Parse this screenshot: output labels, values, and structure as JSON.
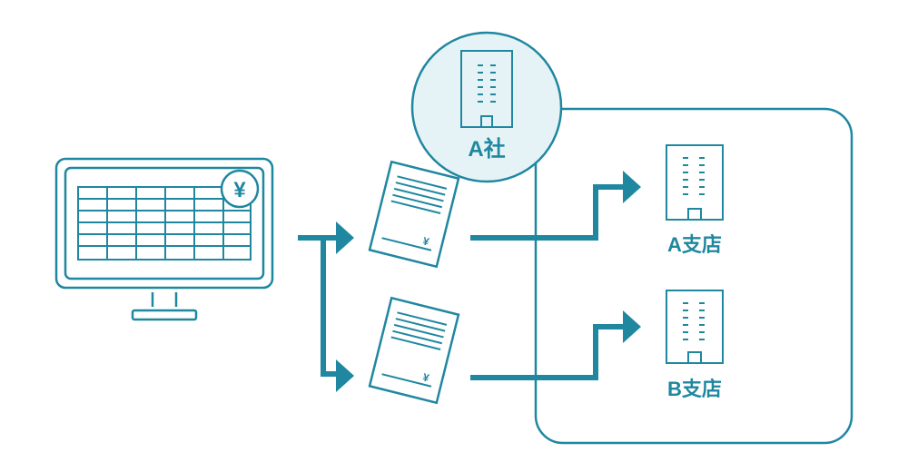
{
  "diagram": {
    "company_label": "A社",
    "branch_a_label": "A支店",
    "branch_b_label": "B支店",
    "yen_symbol": "¥",
    "colors": {
      "stroke": "#1f87a0",
      "fill_light": "#e6f3f6",
      "white": "#ffffff"
    },
    "icons": [
      "monitor-icon",
      "spreadsheet-icon",
      "yen-badge-icon",
      "invoice-icon",
      "building-icon",
      "arrow-icon"
    ]
  }
}
